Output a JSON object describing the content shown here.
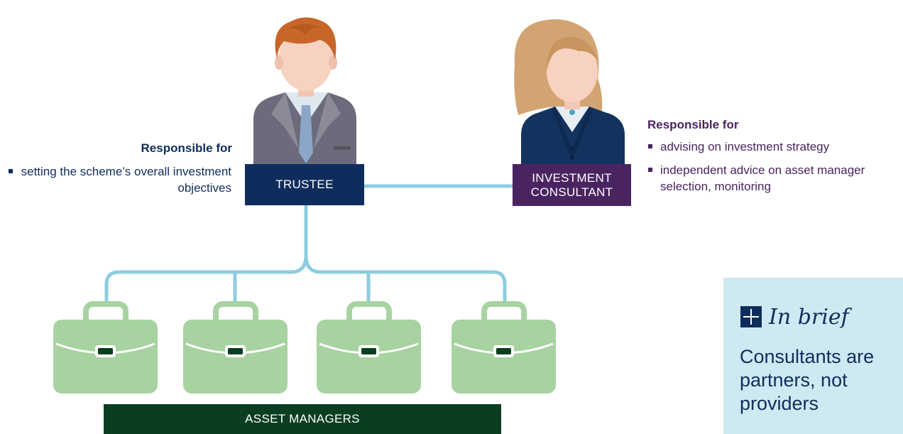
{
  "trustee": {
    "label": "TRUSTEE",
    "responsible_heading": "Responsible for",
    "bullets": [
      "setting the scheme’s overall investment objectives"
    ]
  },
  "consultant": {
    "label_line1": "INVESTMENT",
    "label_line2": "CONSULTANT",
    "responsible_heading": "Responsible for",
    "bullets": [
      "advising on investment strategy",
      "independent advice on asset manager selection, monitoring"
    ]
  },
  "managers": {
    "label": "ASSET MANAGERS",
    "count": 4
  },
  "in_brief": {
    "title": "In brief",
    "text": "Consultants are partners, not providers"
  },
  "colors": {
    "trustee_navy": "#0f2d5c",
    "consultant_purple": "#4a2460",
    "managers_green": "#0b3d21",
    "briefcase_green": "#a7d3a0",
    "connector_blue": "#8ccde0",
    "in_brief_bg": "#cfe9f2"
  }
}
